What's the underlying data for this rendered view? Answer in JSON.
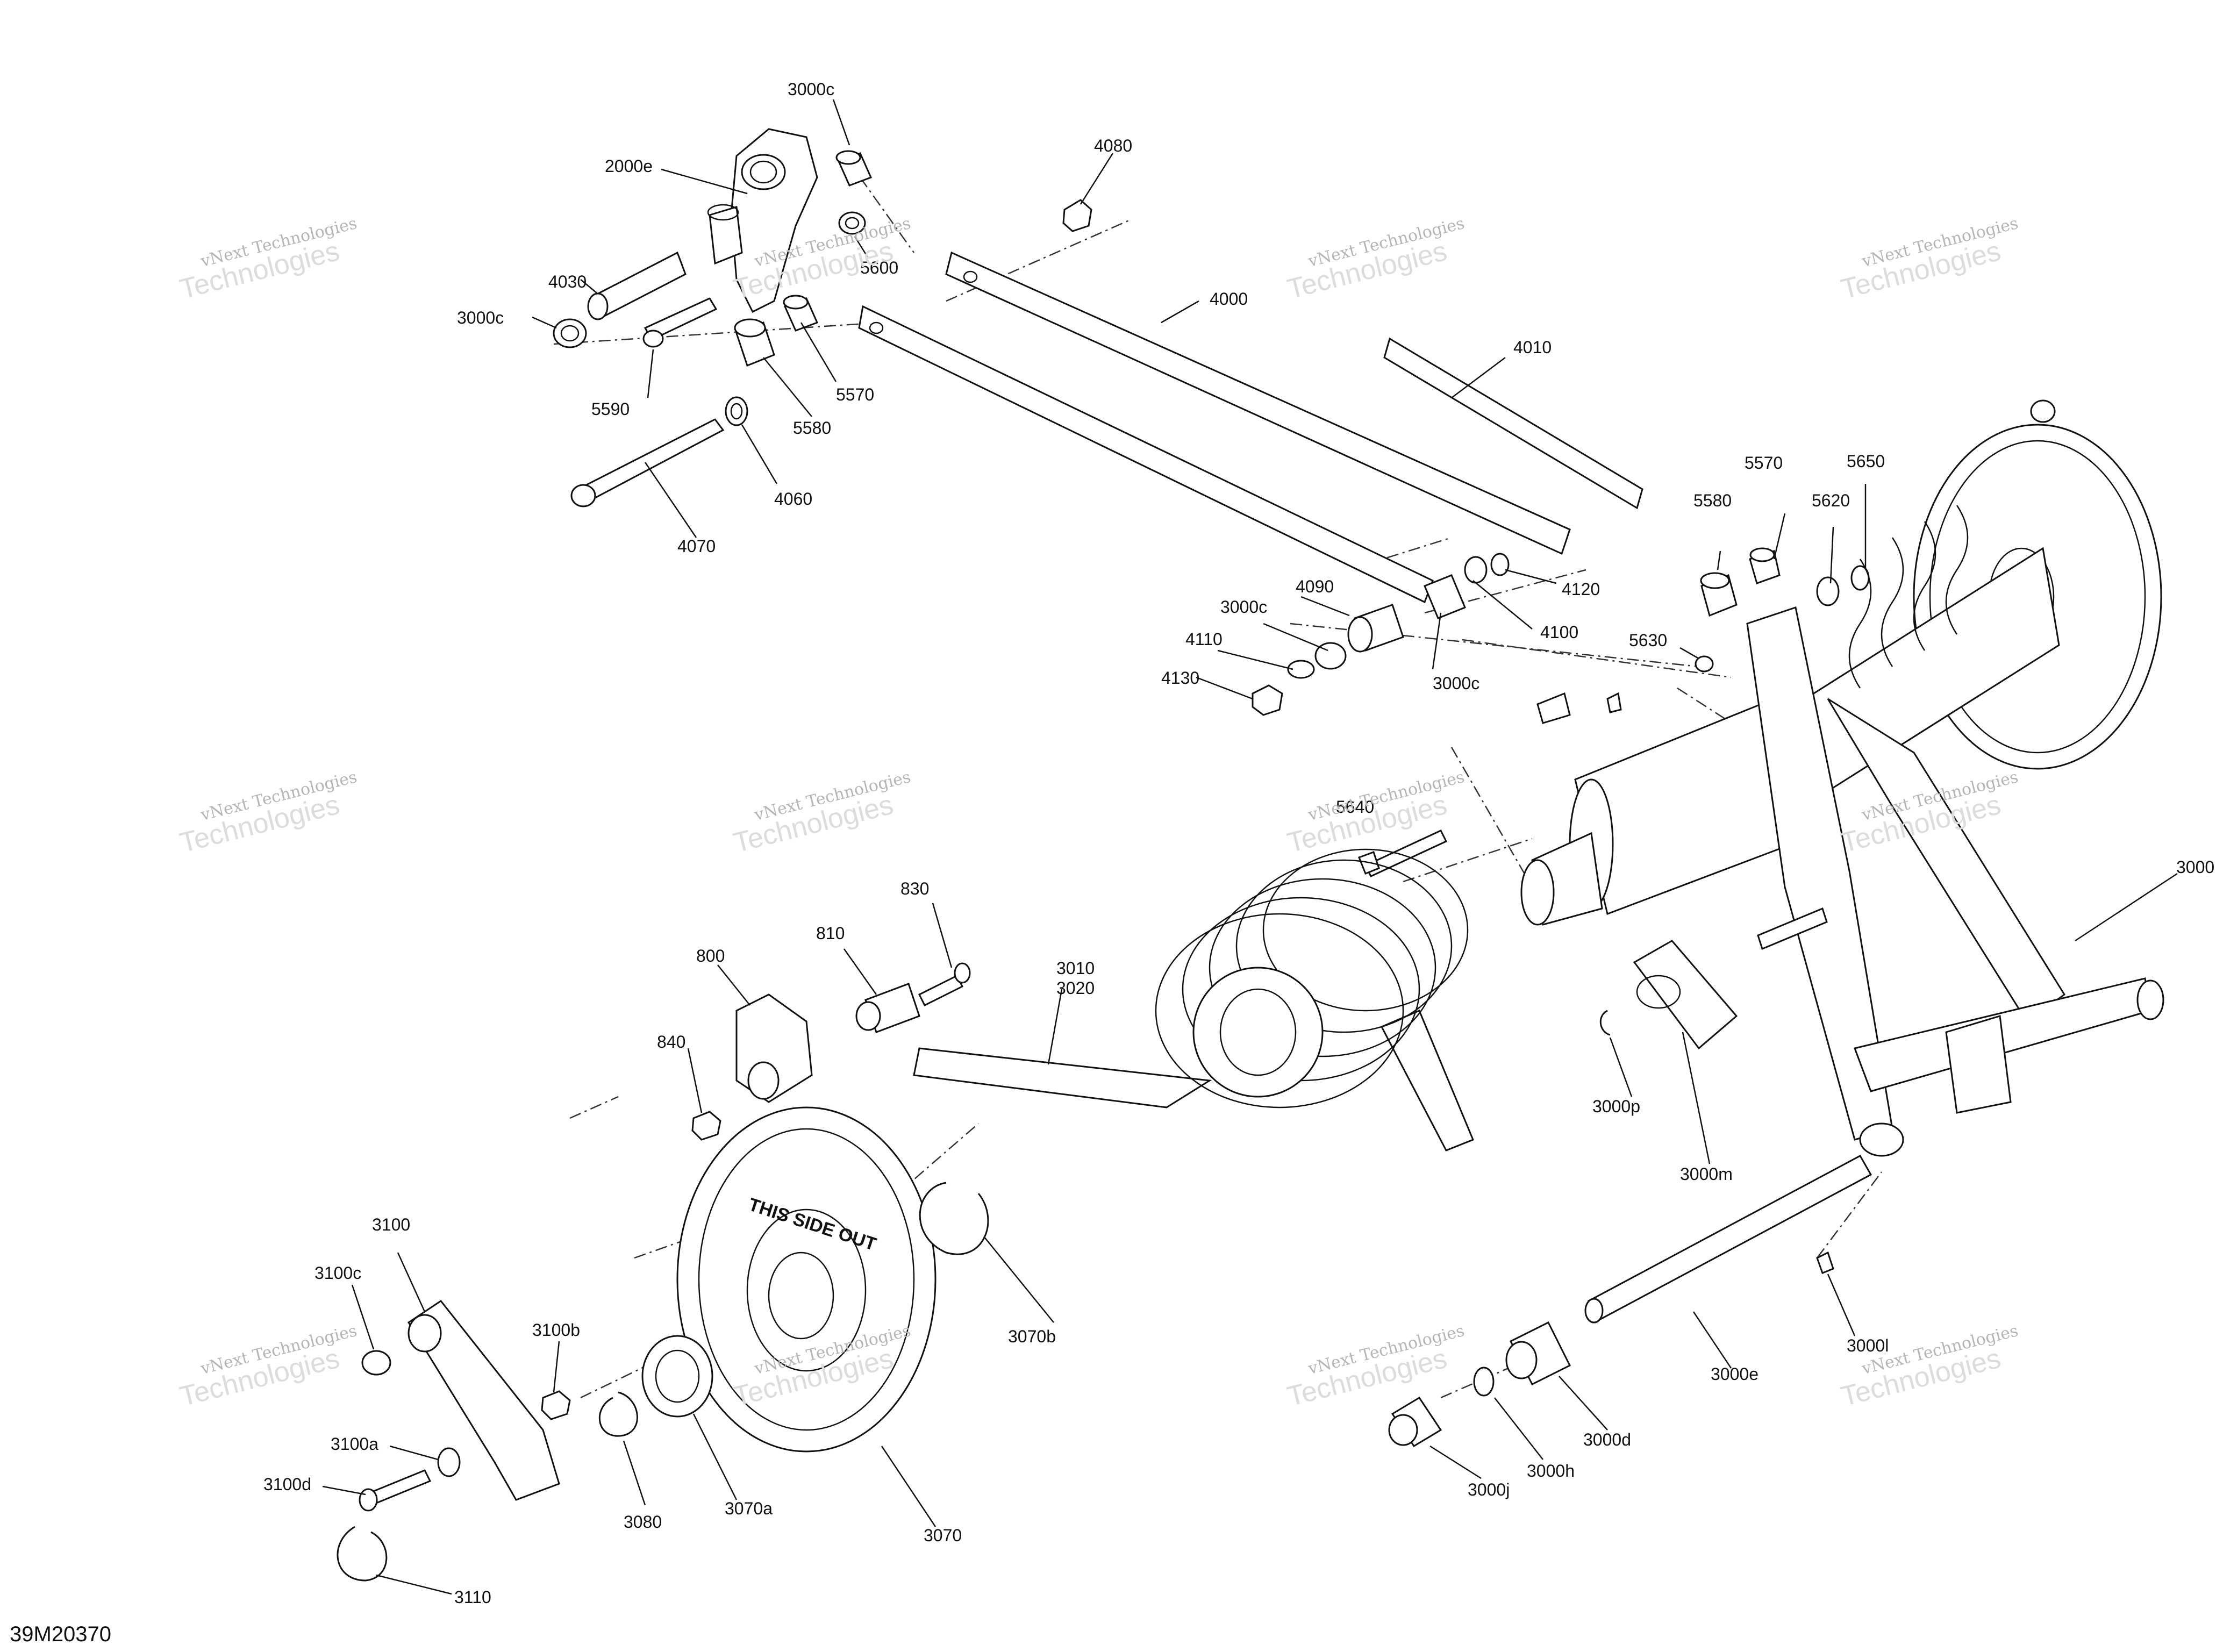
{
  "diagram_code": "39M20370",
  "watermark": {
    "line1": "vNext Technologies",
    "line2": "Technologies"
  },
  "part_labels": {
    "p3000c_top": "3000c",
    "p2000e": "2000e",
    "p4080": "4080",
    "p4030": "4030",
    "p5600": "5600",
    "p3000c_left": "3000c",
    "p4000": "4000",
    "p5570_top": "5570",
    "p5590": "5590",
    "p5580_top": "5580",
    "p4010": "4010",
    "p4060": "4060",
    "p4070": "4070",
    "p5570_right": "5570",
    "p5650": "5650",
    "p5580_right": "5580",
    "p5620": "5620",
    "p4120": "4120",
    "p4090": "4090",
    "p3000c_mid": "3000c",
    "p4100": "4100",
    "p5630": "5630",
    "p4110": "4110",
    "p3000c_low": "3000c",
    "p4130": "4130",
    "p5640": "5640",
    "p3000_right": "3000",
    "p830": "830",
    "p810": "810",
    "p800": "800",
    "p3010": "3010",
    "p3020": "3020",
    "p840": "840",
    "p3000p": "3000p",
    "p3000m": "3000m",
    "p3100": "3100",
    "p3100c": "3100c",
    "p3100b": "3100b",
    "p3070b": "3070b",
    "p3000l": "3000l",
    "p3000e": "3000e",
    "p3100a": "3100a",
    "p3000d": "3000d",
    "p3100d": "3100d",
    "p3080": "3080",
    "p3070a": "3070a",
    "p3000h": "3000h",
    "p3000j": "3000j",
    "p3070": "3070",
    "p3110": "3110"
  },
  "stamped_text": {
    "idler_wheel_marking": "THIS SIDE OUT"
  }
}
